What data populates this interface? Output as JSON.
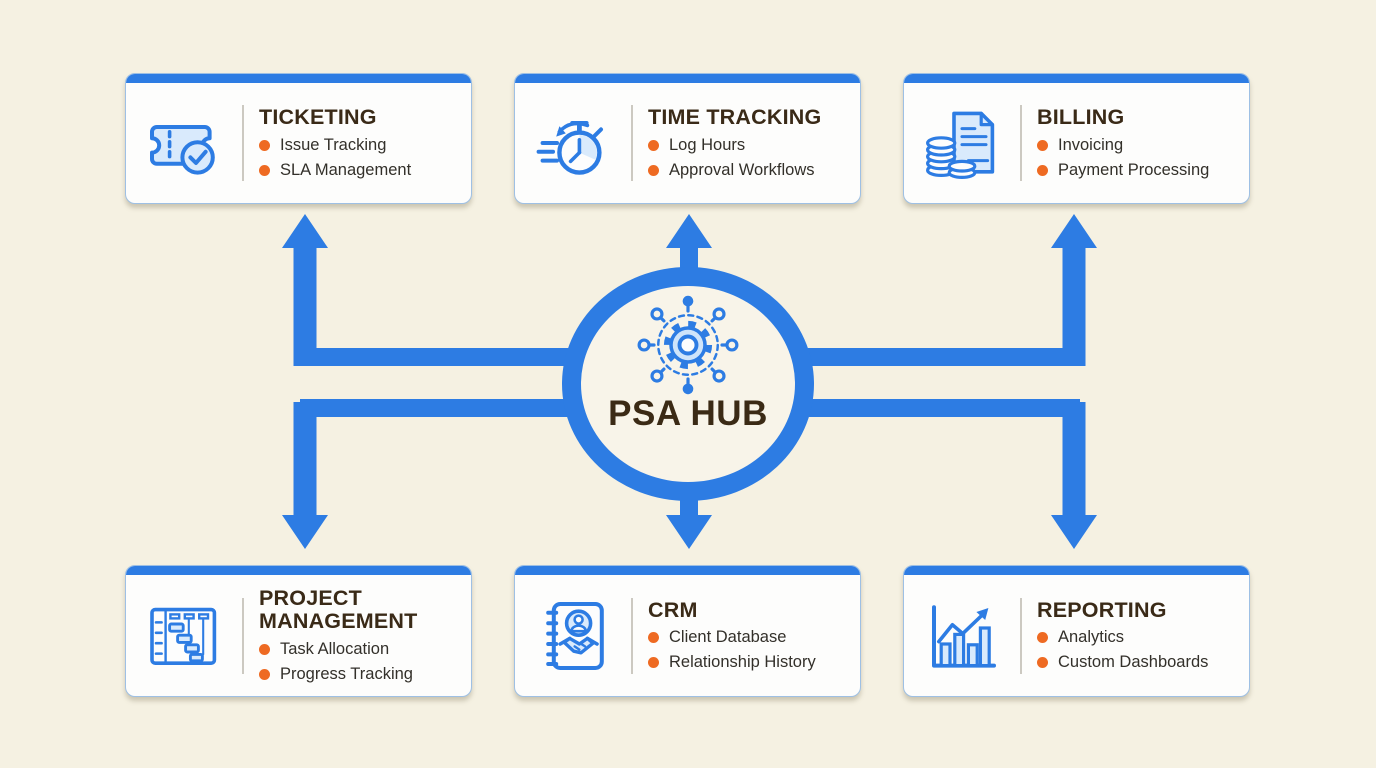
{
  "diagram_title": "PSA HUB",
  "colors": {
    "background": "#f5f1e2",
    "accent_blue": "#2d7ce3",
    "bullet_orange": "#ee6a22",
    "title_brown": "#3a2a17",
    "body_text": "#33302a",
    "card_bg": "#fdfdfc",
    "card_border": "#9ec0e4",
    "icon_light_fill": "#d9eafc"
  },
  "hub": {
    "label": "PSA HUB",
    "icon": "gear-network-icon"
  },
  "cards": [
    {
      "id": "ticketing",
      "title": "TICKETING",
      "icon": "ticket-icon",
      "items": [
        "Issue Tracking",
        "SLA Management"
      ]
    },
    {
      "id": "time-tracking",
      "title": "TIME TRACKING",
      "icon": "stopwatch-icon",
      "items": [
        "Log Hours",
        "Approval Workflows"
      ]
    },
    {
      "id": "billing",
      "title": "BILLING",
      "icon": "invoice-coins-icon",
      "items": [
        "Invoicing",
        "Payment Processing"
      ]
    },
    {
      "id": "project-management",
      "title": "PROJECT MANAGEMENT",
      "icon": "gantt-board-icon",
      "items": [
        "Task Allocation",
        "Progress Tracking"
      ]
    },
    {
      "id": "crm",
      "title": "CRM",
      "icon": "contact-book-handshake-icon",
      "items": [
        "Client Database",
        "Relationship History"
      ]
    },
    {
      "id": "reporting",
      "title": "REPORTING",
      "icon": "bar-chart-growth-icon",
      "items": [
        "Analytics",
        "Custom Dashboards"
      ]
    }
  ]
}
